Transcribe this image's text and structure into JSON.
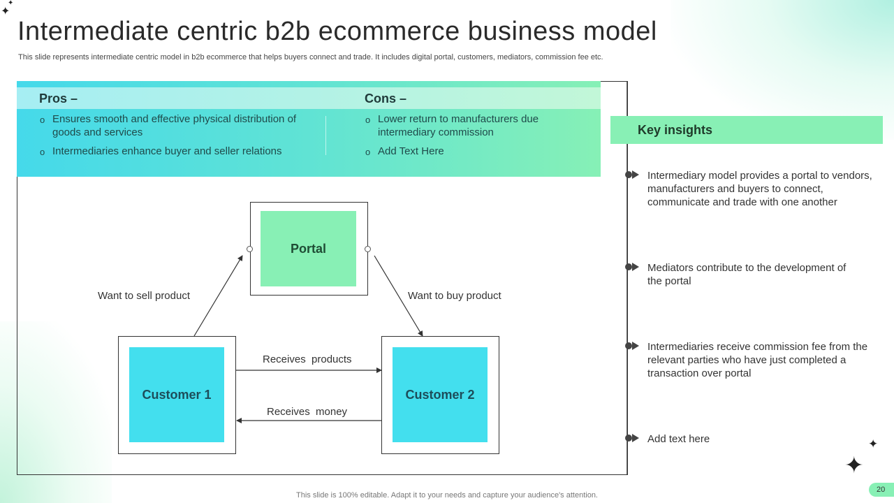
{
  "slide": {
    "title": "Intermediate centric b2b ecommerce business model",
    "subtitle": "This slide represents intermediate centric model in b2b ecommerce that helps buyers connect and trade. It includes digital portal, customers, mediators, commission fee etc.",
    "footer": "This slide is 100% editable. Adapt it to your needs and capture your audience's attention.",
    "page_number": "20"
  },
  "pros": {
    "heading": "Pros –",
    "bullet": "o",
    "items": [
      "Ensures smooth and effective physical distribution of goods and services",
      "Intermediaries enhance buyer and seller relations"
    ]
  },
  "cons": {
    "heading": "Cons –",
    "bullet": "o",
    "items": [
      "Lower return to manufacturers due intermediary commission",
      "Add Text Here"
    ]
  },
  "diagram": {
    "nodes": {
      "portal": "Portal",
      "customer1": "Customer 1",
      "customer2": "Customer 2"
    },
    "edges": {
      "sell": "Want to sell product",
      "buy": "Want to buy product",
      "products": "Receives  products",
      "money": "Receives  money"
    }
  },
  "key_insights": {
    "title": "Key insights",
    "items": [
      "Intermediary model provides a portal to vendors, manufacturers and buyers to connect, communicate and trade with one another",
      "Mediators contribute to the development of the portal",
      "Intermediaries receive commission fee from the relevant parties who have just completed a transaction over portal",
      "Add text here"
    ]
  },
  "colors": {
    "cyan": "#43dfee",
    "mint": "#88f0b5",
    "outline": "#333333"
  }
}
